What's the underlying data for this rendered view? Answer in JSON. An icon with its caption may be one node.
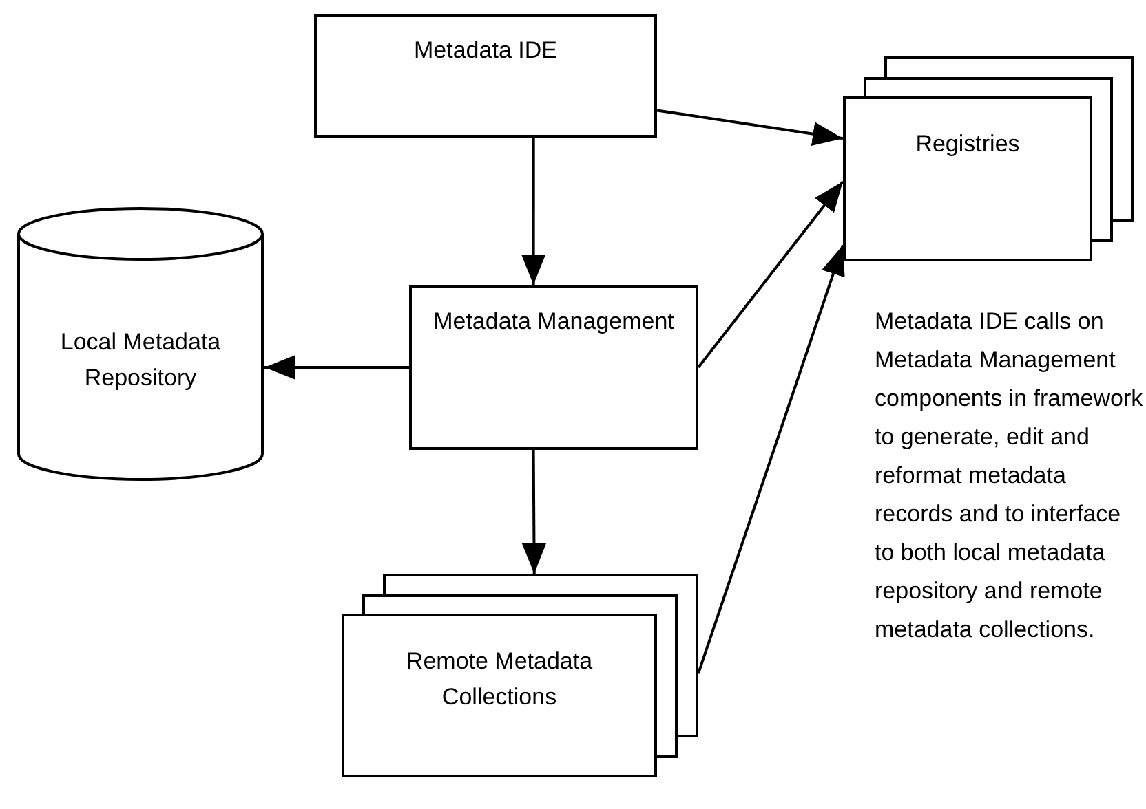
{
  "diagram": {
    "nodes": [
      {
        "text": [
          "Metadata IDE"
        ]
      },
      {
        "text": [
          "Registries"
        ]
      },
      {
        "text": [
          "Local Metadata Repository"
        ]
      },
      {
        "text": [
          "Metadata Management"
        ]
      },
      {
        "text": [
          "Remote Metadata Collections"
        ]
      }
    ],
    "edges": [
      {
        "from": 0,
        "to": 1,
        "arrow": "to"
      },
      {
        "from": 0,
        "to": 3,
        "arrow": "to"
      },
      {
        "from": 3,
        "to": 2,
        "arrow": "to"
      },
      {
        "from": 3,
        "to": 1,
        "arrow": "to"
      },
      {
        "from": 3,
        "to": 4,
        "arrow": "to"
      },
      {
        "from": 4,
        "to": 1,
        "arrow": "to"
      }
    ],
    "labels": [
      "Metadata IDE calls on Metadata Management components in framework to generate, edit and reformat metadata records and to interface to both local metadata repository and remote metadata collections."
    ]
  }
}
